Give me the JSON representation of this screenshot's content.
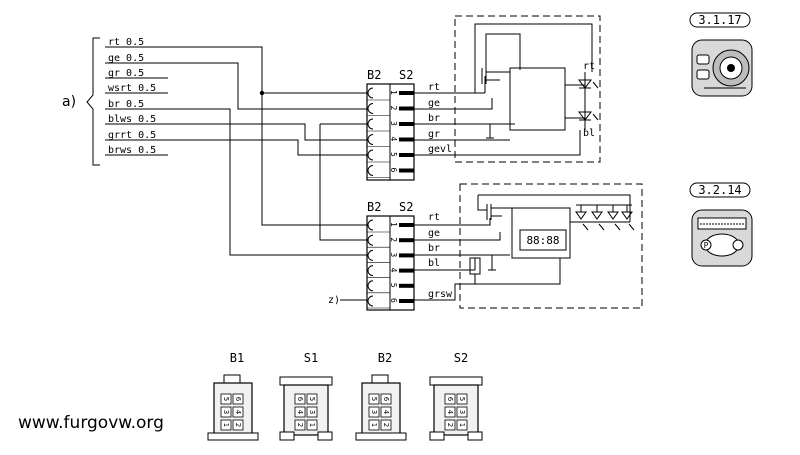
{
  "group_label": "a)",
  "wires": [
    "rt 0.5",
    "ge 0.5",
    "gr 0.5",
    "wsrt 0.5",
    "br 0.5",
    "blws 0.5",
    "grrt 0.5",
    "brws 0.5"
  ],
  "top_connector": {
    "b_label": "B2",
    "s_label": "S2",
    "pins": [
      "1",
      "2",
      "3",
      "4",
      "5",
      "6"
    ],
    "signals": [
      "rt",
      "ge",
      "br",
      "gr",
      "gevl"
    ]
  },
  "bottom_connector": {
    "b_label": "B2",
    "s_label": "S2",
    "pins": [
      "1",
      "2",
      "3",
      "4",
      "5",
      "6"
    ],
    "signals": [
      "rt",
      "ge",
      "br",
      "bl",
      "",
      "grsw"
    ],
    "z_label": "z)"
  },
  "module_top": {
    "led_labels": [
      "rt",
      "bl"
    ]
  },
  "module_bottom": {
    "display_text": "88:88"
  },
  "refs": [
    {
      "label": "3.1.17",
      "panel": "heater-knob"
    },
    {
      "label": "3.2.14",
      "panel": "clock-display"
    }
  ],
  "connector_views": [
    {
      "label": "B1",
      "pins": [
        "5",
        "6",
        "3",
        "4",
        "1",
        "2"
      ]
    },
    {
      "label": "S1",
      "pins": [
        "6",
        "5",
        "4",
        "3",
        "2",
        "1"
      ]
    },
    {
      "label": "B2",
      "pins": [
        "5",
        "6",
        "3",
        "4",
        "1",
        "2"
      ]
    },
    {
      "label": "S2",
      "pins": [
        "6",
        "5",
        "4",
        "3",
        "2",
        "1"
      ]
    }
  ],
  "watermark": "www.furgovw.org"
}
